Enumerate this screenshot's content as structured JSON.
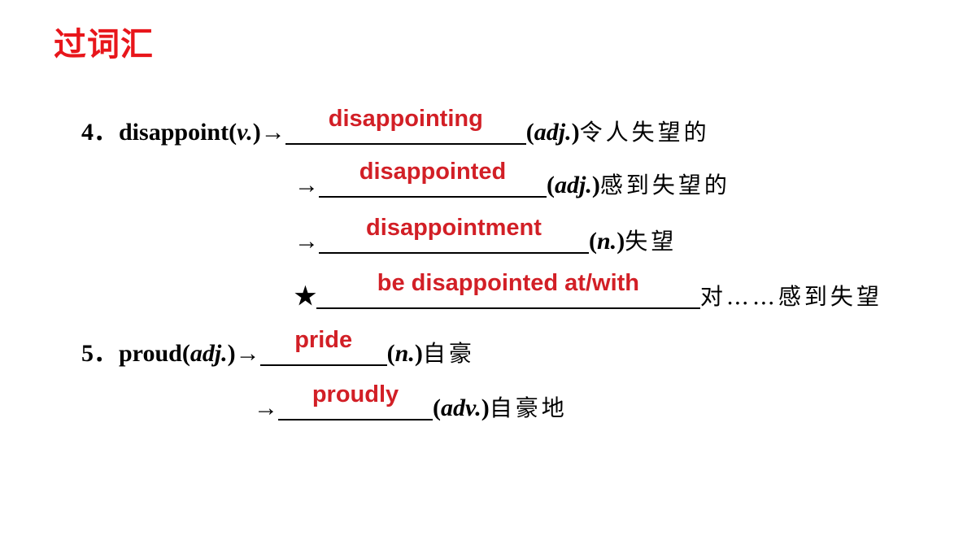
{
  "title": "过词汇",
  "items": [
    {
      "number": "4．",
      "word": "disappoint",
      "pos": "v.",
      "derivatives": [
        {
          "prefix": "→",
          "answer": "disappointing",
          "pos": "adj.",
          "meaning": "令人失望的"
        },
        {
          "prefix": "→",
          "answer": "disappointed",
          "pos": "adj.",
          "meaning": "感到失望的"
        },
        {
          "prefix": "→",
          "answer": "disappointment",
          "pos": "n.",
          "meaning": "失望"
        },
        {
          "prefix": "★",
          "answer": "be disappointed at/with",
          "pos": "",
          "meaning": "对……感到失望"
        }
      ]
    },
    {
      "number": "5．",
      "word": "proud",
      "pos": "adj.",
      "derivatives": [
        {
          "prefix": "→",
          "answer": "pride",
          "pos": "n.",
          "meaning": "自豪"
        },
        {
          "prefix": "→",
          "answer": "proudly",
          "pos": "adv.",
          "meaning": "自豪地"
        }
      ]
    }
  ],
  "colors": {
    "title": "#e8161b",
    "answer": "#d21f26",
    "text": "#000000"
  }
}
